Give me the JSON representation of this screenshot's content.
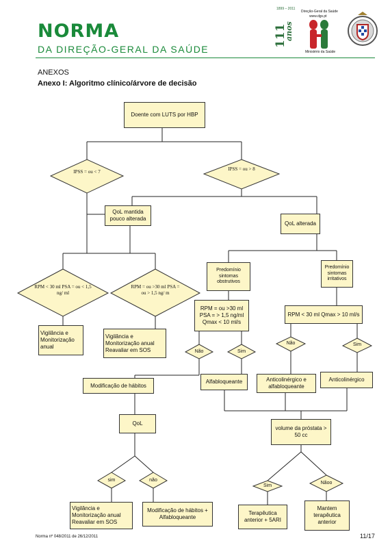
{
  "header": {
    "brand": "NORMA",
    "subtitle": "DA DIREÇÃO-GERAL DA SAÚDE",
    "logo_years": "1899 – 2011",
    "logo_number": "111",
    "logo_word": "anos",
    "logo_org": "Direção-Geral da Saúde",
    "logo_url": "www.dgs.pt",
    "logo_ministry": "Ministério da Saúde"
  },
  "section": {
    "anexos": "ANEXOS",
    "title": "Anexo I: Algoritmo clínico/árvore de decisão"
  },
  "nodes": {
    "start": "Doente com LUTS por HBP",
    "ipss_low": "IPSS = ou < 7",
    "ipss_high": "IPSS = ou > 8",
    "qol_kept": "QoL mantida pouco alterada",
    "qol_altered": "QoL alterada",
    "rpm_low_dia": "RPM < 30 ml PSA = ou < 1,5 ng/ ml",
    "rpm_high_dia": "RPM = ou >30 ml PSA = ou > 1,5 ng/ m",
    "vigil_annual": "Vigilância e Monitorização anual",
    "vigil_sos": "Vigilância e Monitorização anual Reavaliar em SOS",
    "obstructive": "Predomínio sintomas obstrutivos",
    "irritative": "Predomínio sintomas irritativos",
    "rpm_high_box": "RPM = ou >30 ml PSA = > 1,5 ng/ml Qmax < 10 ml/s",
    "rpm_low_box": "RPM < 30 ml Qmax > 10 ml/s",
    "nao": "Não",
    "sim": "Sim",
    "habits": "Modificação de hábitos",
    "alfa": "Alfabloqueante",
    "anticol_alfa": "Anticolinérgico e alfabloqueante",
    "anticol": "Anticolinérgico",
    "qol": "QoL",
    "volume": "volume da próstata > 50 cc",
    "sim_lower": "sim",
    "nao_lower": "não",
    "naoo": "Nãoo",
    "vigil_sos_2": "Vigilância e Monitorização anual Reavaliar em SOS",
    "habits_alfa": "Modificação de hábitos + Alfabloqueante",
    "therapy_5ari": "Terapêutica anterior + 5ARI",
    "keep_therapy": "Mantem terapêutica anterior"
  },
  "footer": {
    "norma": "Norma nº 048/2011 de 26/12/2011",
    "page": "11/17"
  }
}
